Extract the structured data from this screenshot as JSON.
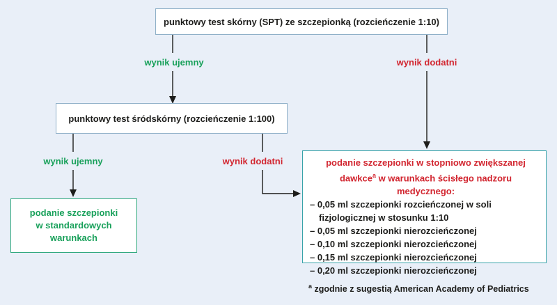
{
  "colors": {
    "background": "#e9eff8",
    "box_background": "#ffffff",
    "blue_box_border": "#8fb0c8",
    "teal_box_border": "#38a3a9",
    "green_box_border": "#2ea87d",
    "green_text": "#18a05a",
    "red_text": "#d22630",
    "dark_text": "#1d1d1b",
    "arrow": "#1d1d1b"
  },
  "nodes": {
    "spt": {
      "label": "punktowy test skórny (SPT) ze szczepionką (rozcieńczenie 1:10)"
    },
    "intradermal": {
      "label": "punktowy test śródskórny (rozcieńczenie 1:100)"
    },
    "standard": {
      "lines": [
        "podanie szczepionki",
        "w standardowych",
        "warunkach"
      ]
    },
    "supervised": {
      "header_line1": "podanie szczepionki w stopniowo zwiększanej",
      "header_line2_pre": "dawkce",
      "header_line2_sup": "a",
      "header_line2_post": " w warunkach ścisłego nadzoru medycznego:",
      "items": [
        "– 0,05 ml szczepionki rozcieńczonej w soli\nfizjologicznej w stosunku 1:10",
        "– 0,05 ml szczepionki nierozcieńczonej",
        "– 0,10 ml szczepionki nierozcieńczonej",
        "– 0,15 ml szczepionki nierozcieńczonej",
        "– 0,20 ml szczepionki nierozcieńczonej"
      ]
    }
  },
  "labels": {
    "spt_negative": "wynik ujemny",
    "spt_positive": "wynik dodatni",
    "intradermal_negative": "wynik ujemny",
    "intradermal_positive": "wynik dodatni"
  },
  "footnote": {
    "sup": "a",
    "text": "zgodnie z sugestią American Academy of Pediatrics"
  }
}
